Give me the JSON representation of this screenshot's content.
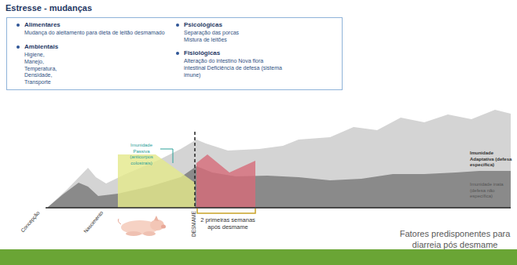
{
  "diagram": {
    "title": "Estresse - mudanças",
    "nodes": [
      {
        "text": [
          "Alimentares",
          "Mudança do aleitamento para dieta de leitão desmamado",
          "Ambientais",
          "Higiene, Manejo, Temperatura, Densidade, Transporte",
          "Psicológicas",
          "Separação das porcas Mistura de leitões",
          "Fisiológicas",
          "Alteração do intestino Nova flora intestinal Deficiência de defesa (sistema imune)"
        ]
      }
    ],
    "labels": [
      "Imunidade Passiva (anticorpos colostrais)",
      "Imunidade Adaptativa (defesa específica)",
      "Imunidade inata (defesa não específica)",
      "Concepção",
      "Nascimento",
      "DESMAME",
      "2 primeiras semanas após desmame",
      "Fatores predisponentes para diarreia pós desmame"
    ]
  }
}
